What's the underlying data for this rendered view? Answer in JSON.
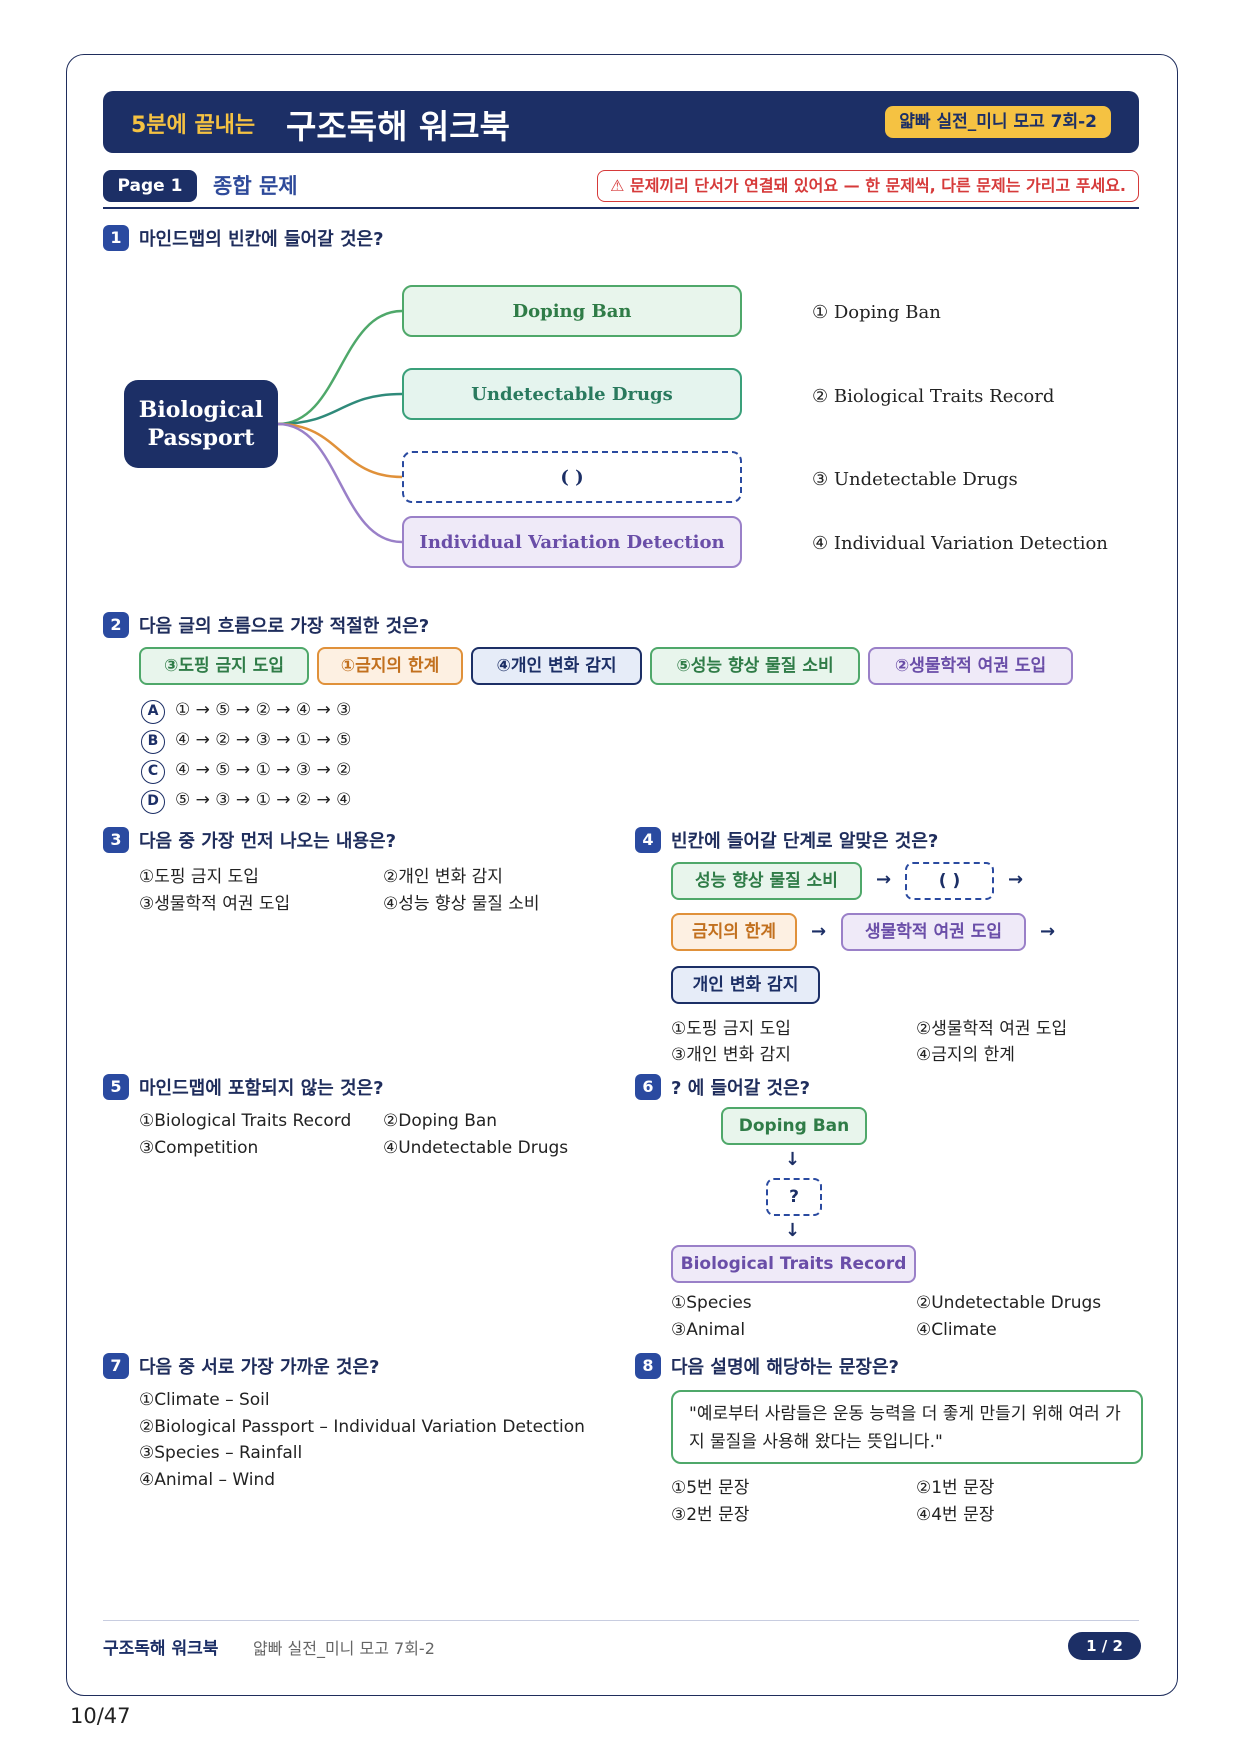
{
  "header": {
    "subtitle": "5분에 끝내는",
    "title": "구조독해 워크북",
    "tag": "얇빠 실전_미니 모고 7회-2"
  },
  "page": {
    "badge": "Page 1",
    "section": "종합 문제",
    "warning": "⚠ 문제끼리 단서가 연결돼 있어요 — 한 문제씩, 다른 문제는 가리고 푸세요."
  },
  "q1": {
    "num": "1",
    "text": "마인드맵의 빈칸에 들어갈 것은?",
    "center_line1": "Biological",
    "center_line2": "Passport",
    "nodes": [
      "Doping Ban",
      "Undetectable Drugs",
      "(          )",
      "Individual Variation Detection"
    ],
    "options": [
      "① Doping Ban",
      "② Biological Traits Record",
      "③ Undetectable Drugs",
      "④ Individual Variation Detection"
    ]
  },
  "q2": {
    "num": "2",
    "text": "다음 글의 흐름으로 가장 적절한 것은?",
    "chips": [
      "③도핑 금지 도입",
      "①금지의 한계",
      "④개인 변화 감지",
      "⑤성능 향상 물질 소비",
      "②생물학적 여권 도입"
    ],
    "choices": [
      {
        "letter": "A",
        "text": "① → ⑤ → ② → ④ → ③"
      },
      {
        "letter": "B",
        "text": "④ → ② → ③ → ① → ⑤"
      },
      {
        "letter": "C",
        "text": "④ → ⑤ → ① → ③ → ②"
      },
      {
        "letter": "D",
        "text": "⑤ → ③ → ① → ② → ④"
      }
    ]
  },
  "q3": {
    "num": "3",
    "text": "다음 중 가장 먼저 나오는 내용은?",
    "options": [
      "①도핑 금지 도입",
      "②개인 변화 감지",
      "③생물학적 여권 도입",
      "④성능 향상 물질 소비"
    ]
  },
  "q4": {
    "num": "4",
    "text": "빈칸에 들어갈 단계로 알맞은 것은?",
    "flow": [
      "성능 향상 물질 소비",
      "(      )",
      "금지의 한계",
      "생물학적 여권 도입",
      "개인 변화 감지"
    ],
    "arrow": "→",
    "options": [
      "①도핑 금지 도입",
      "②생물학적 여권 도입",
      "③개인 변화 감지",
      "④금지의 한계"
    ]
  },
  "q5": {
    "num": "5",
    "text": "마인드맵에 포함되지 않는 것은?",
    "options": [
      "①Biological Traits Record",
      "②Doping Ban",
      "③Competition",
      "④Undetectable Drugs"
    ]
  },
  "q6": {
    "num": "6",
    "text": "? 에 들어갈 것은?",
    "flow": [
      "Doping Ban",
      "?",
      "Biological Traits Record"
    ],
    "arrow": "↓",
    "options": [
      "①Species",
      "②Undetectable Drugs",
      "③Animal",
      "④Climate"
    ]
  },
  "q7": {
    "num": "7",
    "text": "다음 중 서로 가장 가까운 것은?",
    "options": [
      "①Climate – Soil",
      "②Biological Passport – Individual Variation Detection",
      "③Species – Rainfall",
      "④Animal – Wind"
    ]
  },
  "q8": {
    "num": "8",
    "text": "다음 설명에 해당하는 문장은?",
    "quote": "\"예로부터 사람들은 운동 능력을 더 좋게 만들기 위해 여러 가지 물질을 사용해 왔다는 뜻입니다.\"",
    "options": [
      "①5번 문장",
      "②1번 문장",
      "③2번 문장",
      "④4번 문장"
    ]
  },
  "footer": {
    "title": "구조독해 워크북",
    "subtitle": "얇빠 실전_미니 모고 7회-2",
    "page": "1 / 2"
  },
  "corner_page": "10/47",
  "colors": {
    "navy": "#1c2f66",
    "accent_yellow": "#f5c242",
    "warning_red": "#d63a3a",
    "green": "#4fa86a",
    "orange": "#e0913a",
    "purple": "#9a80c8"
  }
}
